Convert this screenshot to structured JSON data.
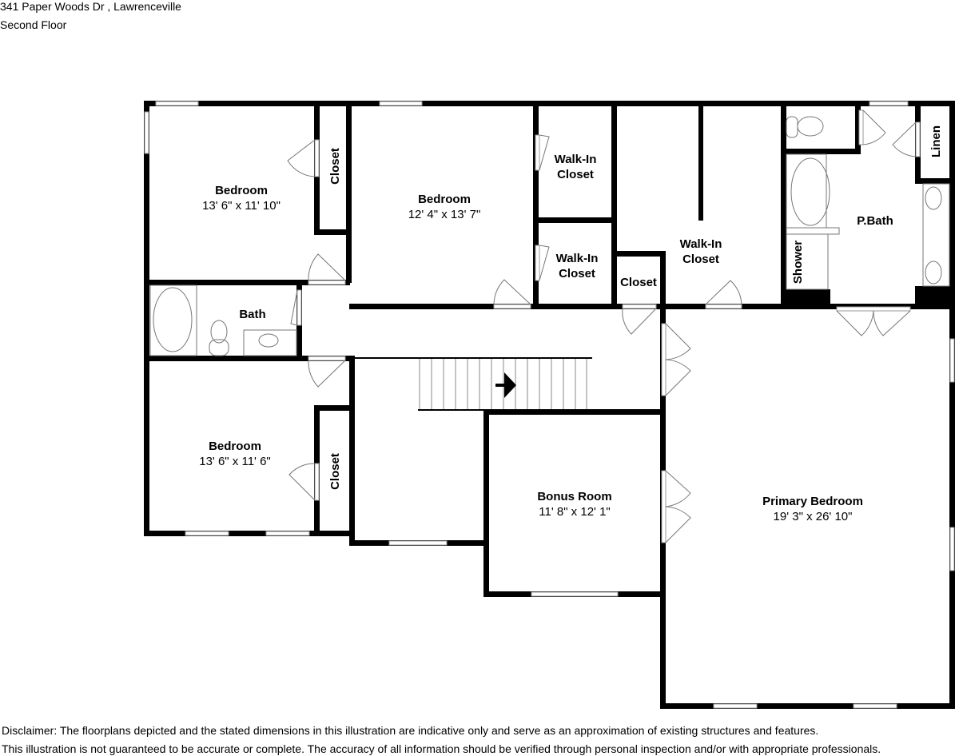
{
  "header": {
    "address": "341 Paper Woods Dr , Lawrenceville",
    "floor": "Second Floor"
  },
  "rooms": [
    {
      "name": "Bedroom",
      "dimensions": "13' 6\" x 11' 10\""
    },
    {
      "name": "Bedroom",
      "dimensions": "12' 4\" x 13' 7\""
    },
    {
      "name": "Walk-In",
      "name2": "Closet"
    },
    {
      "name": "Walk-In",
      "name2": "Closet"
    },
    {
      "name": "Walk-In",
      "name2": "Closet"
    },
    {
      "name": "Closet"
    },
    {
      "name": "Closet"
    },
    {
      "name": "Closet"
    },
    {
      "name": "Linen"
    },
    {
      "name": "P.Bath"
    },
    {
      "name": "Shower"
    },
    {
      "name": "Bath"
    },
    {
      "name": "Bedroom",
      "dimensions": "13' 6\" x 11' 6\""
    },
    {
      "name": "Bonus Room",
      "dimensions": "11' 8\" x 12' 1\""
    },
    {
      "name": "Primary Bedroom",
      "dimensions": "19' 3\" x 26' 10\""
    }
  ],
  "disclaimer": {
    "line1": "Disclaimer: The floorplans depicted and the stated dimensions in this illustration are indicative only and serve as an approximation of existing structures and features.",
    "line2": "This illustration is not guaranteed to be accurate or complete. The accuracy of all information should be verified through personal inspection and/or with appropriate professionals."
  }
}
